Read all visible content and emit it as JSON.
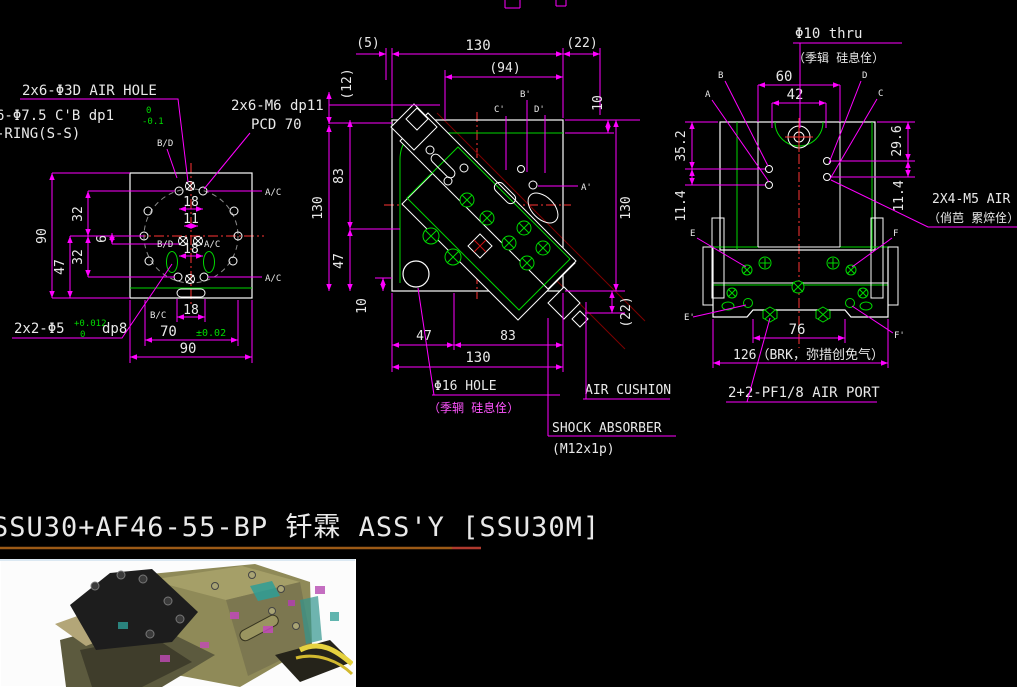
{
  "colors": {
    "background": "#000000",
    "dimension": "#ff00ff",
    "outline": "#ffffff",
    "auxiliary_green": "#00d900",
    "centerline_red": "#ff3333",
    "title_rule": "#9c5a16"
  },
  "t": {
    "title": "SSU30+AF46-55-BP 钎霖 ASS'Y [SSU30M]",
    "lv": {
      "airHole": "2x6-Φ3D AIR HOLE",
      "cb": "6-Φ7.5 C'B dp1",
      "cbT": "0",
      "cbB": "-0.1",
      "oring": "-RING(S-S)",
      "m6": "2x6-M6 dp11",
      "pcd": "PCD 70",
      "bdTop": "B/D",
      "acR1": "A/C",
      "acR2": "A/C",
      "bdMid": "B/D",
      "acMid": "A/C",
      "bc": "B/C",
      "d90l": "90",
      "d47": "47",
      "d32a": "32",
      "d32b": "32",
      "d6": "6",
      "d18t": "18",
      "d11": "11",
      "d18m": "18",
      "d18b": "18",
      "d70": "70",
      "tol70": "±0.02",
      "d90b": "90",
      "phi5": "2x2-Φ5",
      "phi5T": "+0.012",
      "phi5B": "0",
      "dp8": "dp8"
    },
    "pv": {
      "p5": "(5)",
      "d130t": "130",
      "p94": "(94)",
      "p22t": "(22)",
      "p12": "(12)",
      "d10tr": "10",
      "d130l": "130",
      "d83l": "83",
      "d47l": "47",
      "d10bl": "10",
      "d47b": "47",
      "d83b": "83",
      "d130b": "130",
      "d130r": "130",
      "p22r": "(22)",
      "bp": "B'",
      "cp": "C'",
      "dp": "D'",
      "ap": "A'",
      "phi16": "Φ16 HOLE",
      "phi16n": "（季辋 硅息佺）",
      "airCushion": "AIR CUSHION",
      "shock": "SHOCK ABSORBER",
      "shockN": "(M12x1p)"
    },
    "sv": {
      "phi10": "Φ10 thru",
      "phi10n": "（季辑 硅息佺）",
      "d60": "60",
      "d42": "42",
      "a": "A",
      "b": "B",
      "c": "C",
      "d": "D",
      "e": "E",
      "f": "F",
      "e2": "E'",
      "f2": "F'",
      "d352": "35.2",
      "d114l": "11.4",
      "d296": "29.6",
      "d114r": "11.4",
      "d76": "76",
      "brk": "126（BRK，弥措创免气）",
      "pf": "2+2-PF1/8 AIR PORT",
      "m5": "2X4-M5 AIR",
      "m5n": "（俏芭 累焠佺）"
    }
  }
}
